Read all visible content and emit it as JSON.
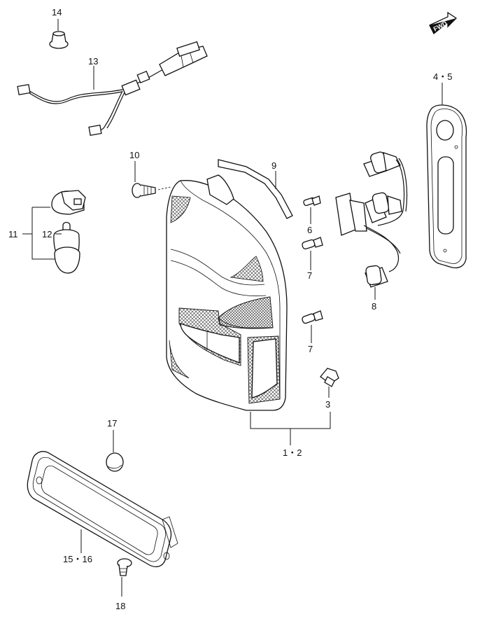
{
  "callouts": {
    "p14": "14",
    "p13": "13",
    "p10": "10",
    "p11": "11",
    "p12": "12",
    "p9": "9",
    "p6": "6",
    "p7a": "7",
    "p7b": "7",
    "p8": "8",
    "p45": "4・5",
    "p3": "3",
    "p12main": "1・2",
    "p17": "17",
    "p1516": "15・16",
    "p18": "18"
  },
  "badge": {
    "fwd": "FWD"
  }
}
